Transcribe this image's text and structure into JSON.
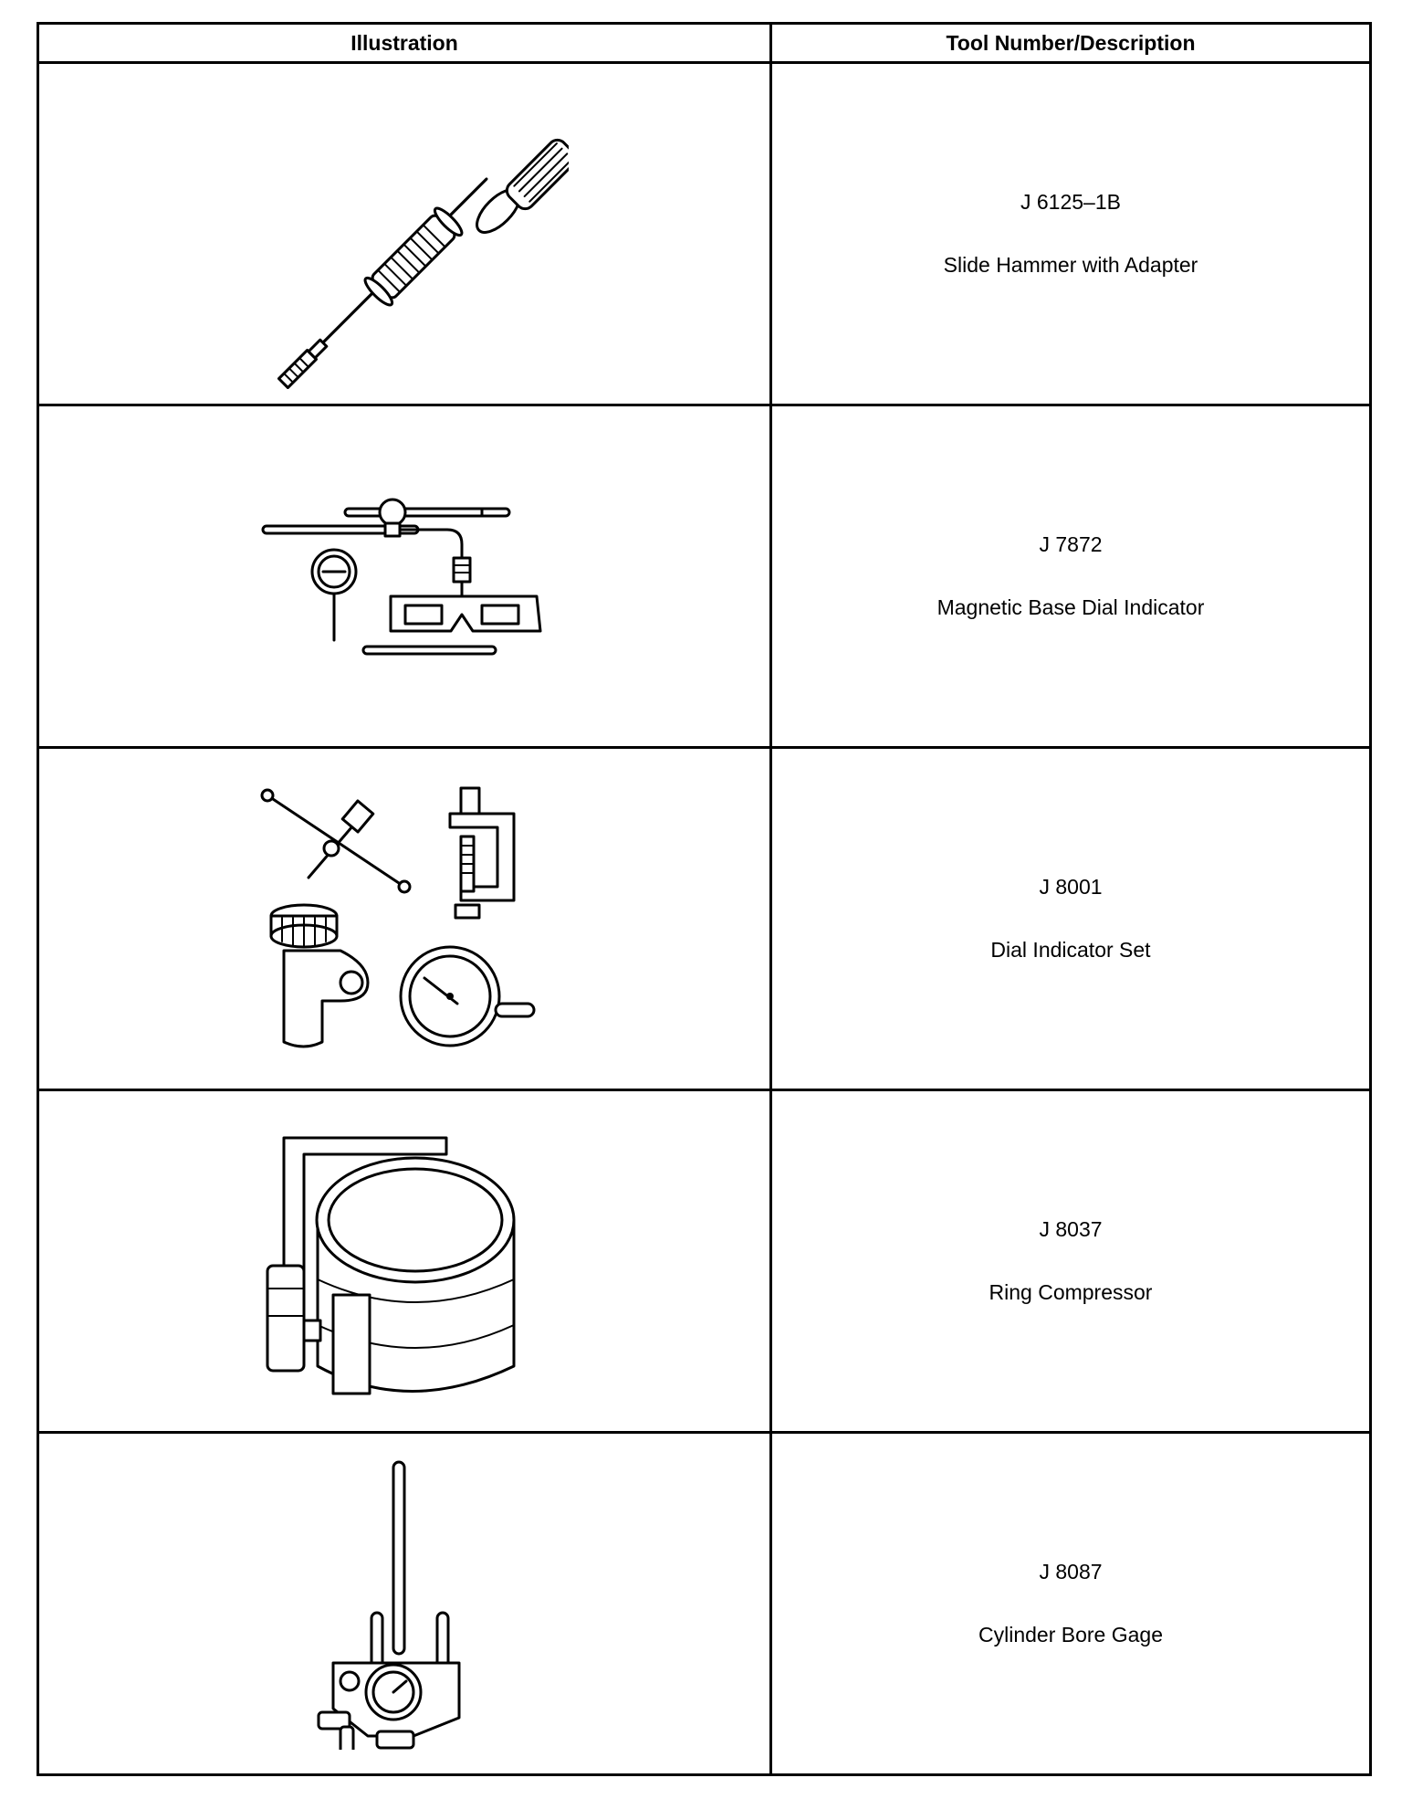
{
  "table": {
    "headers": {
      "illustration": "Illustration",
      "tool": "Tool Number/Description"
    },
    "rows": [
      {
        "number": "J 6125–1B",
        "description": "Slide Hammer with Adapter",
        "icon": "slide-hammer-illustration"
      },
      {
        "number": "J 7872",
        "description": "Magnetic Base Dial Indicator",
        "icon": "magnetic-base-dial-indicator-illustration"
      },
      {
        "number": "J 8001",
        "description": "Dial Indicator Set",
        "icon": "dial-indicator-set-illustration"
      },
      {
        "number": "J 8037",
        "description": "Ring Compressor",
        "icon": "ring-compressor-illustration"
      },
      {
        "number": "J 8087",
        "description": "Cylinder Bore Gage",
        "icon": "cylinder-bore-gage-illustration"
      }
    ]
  }
}
